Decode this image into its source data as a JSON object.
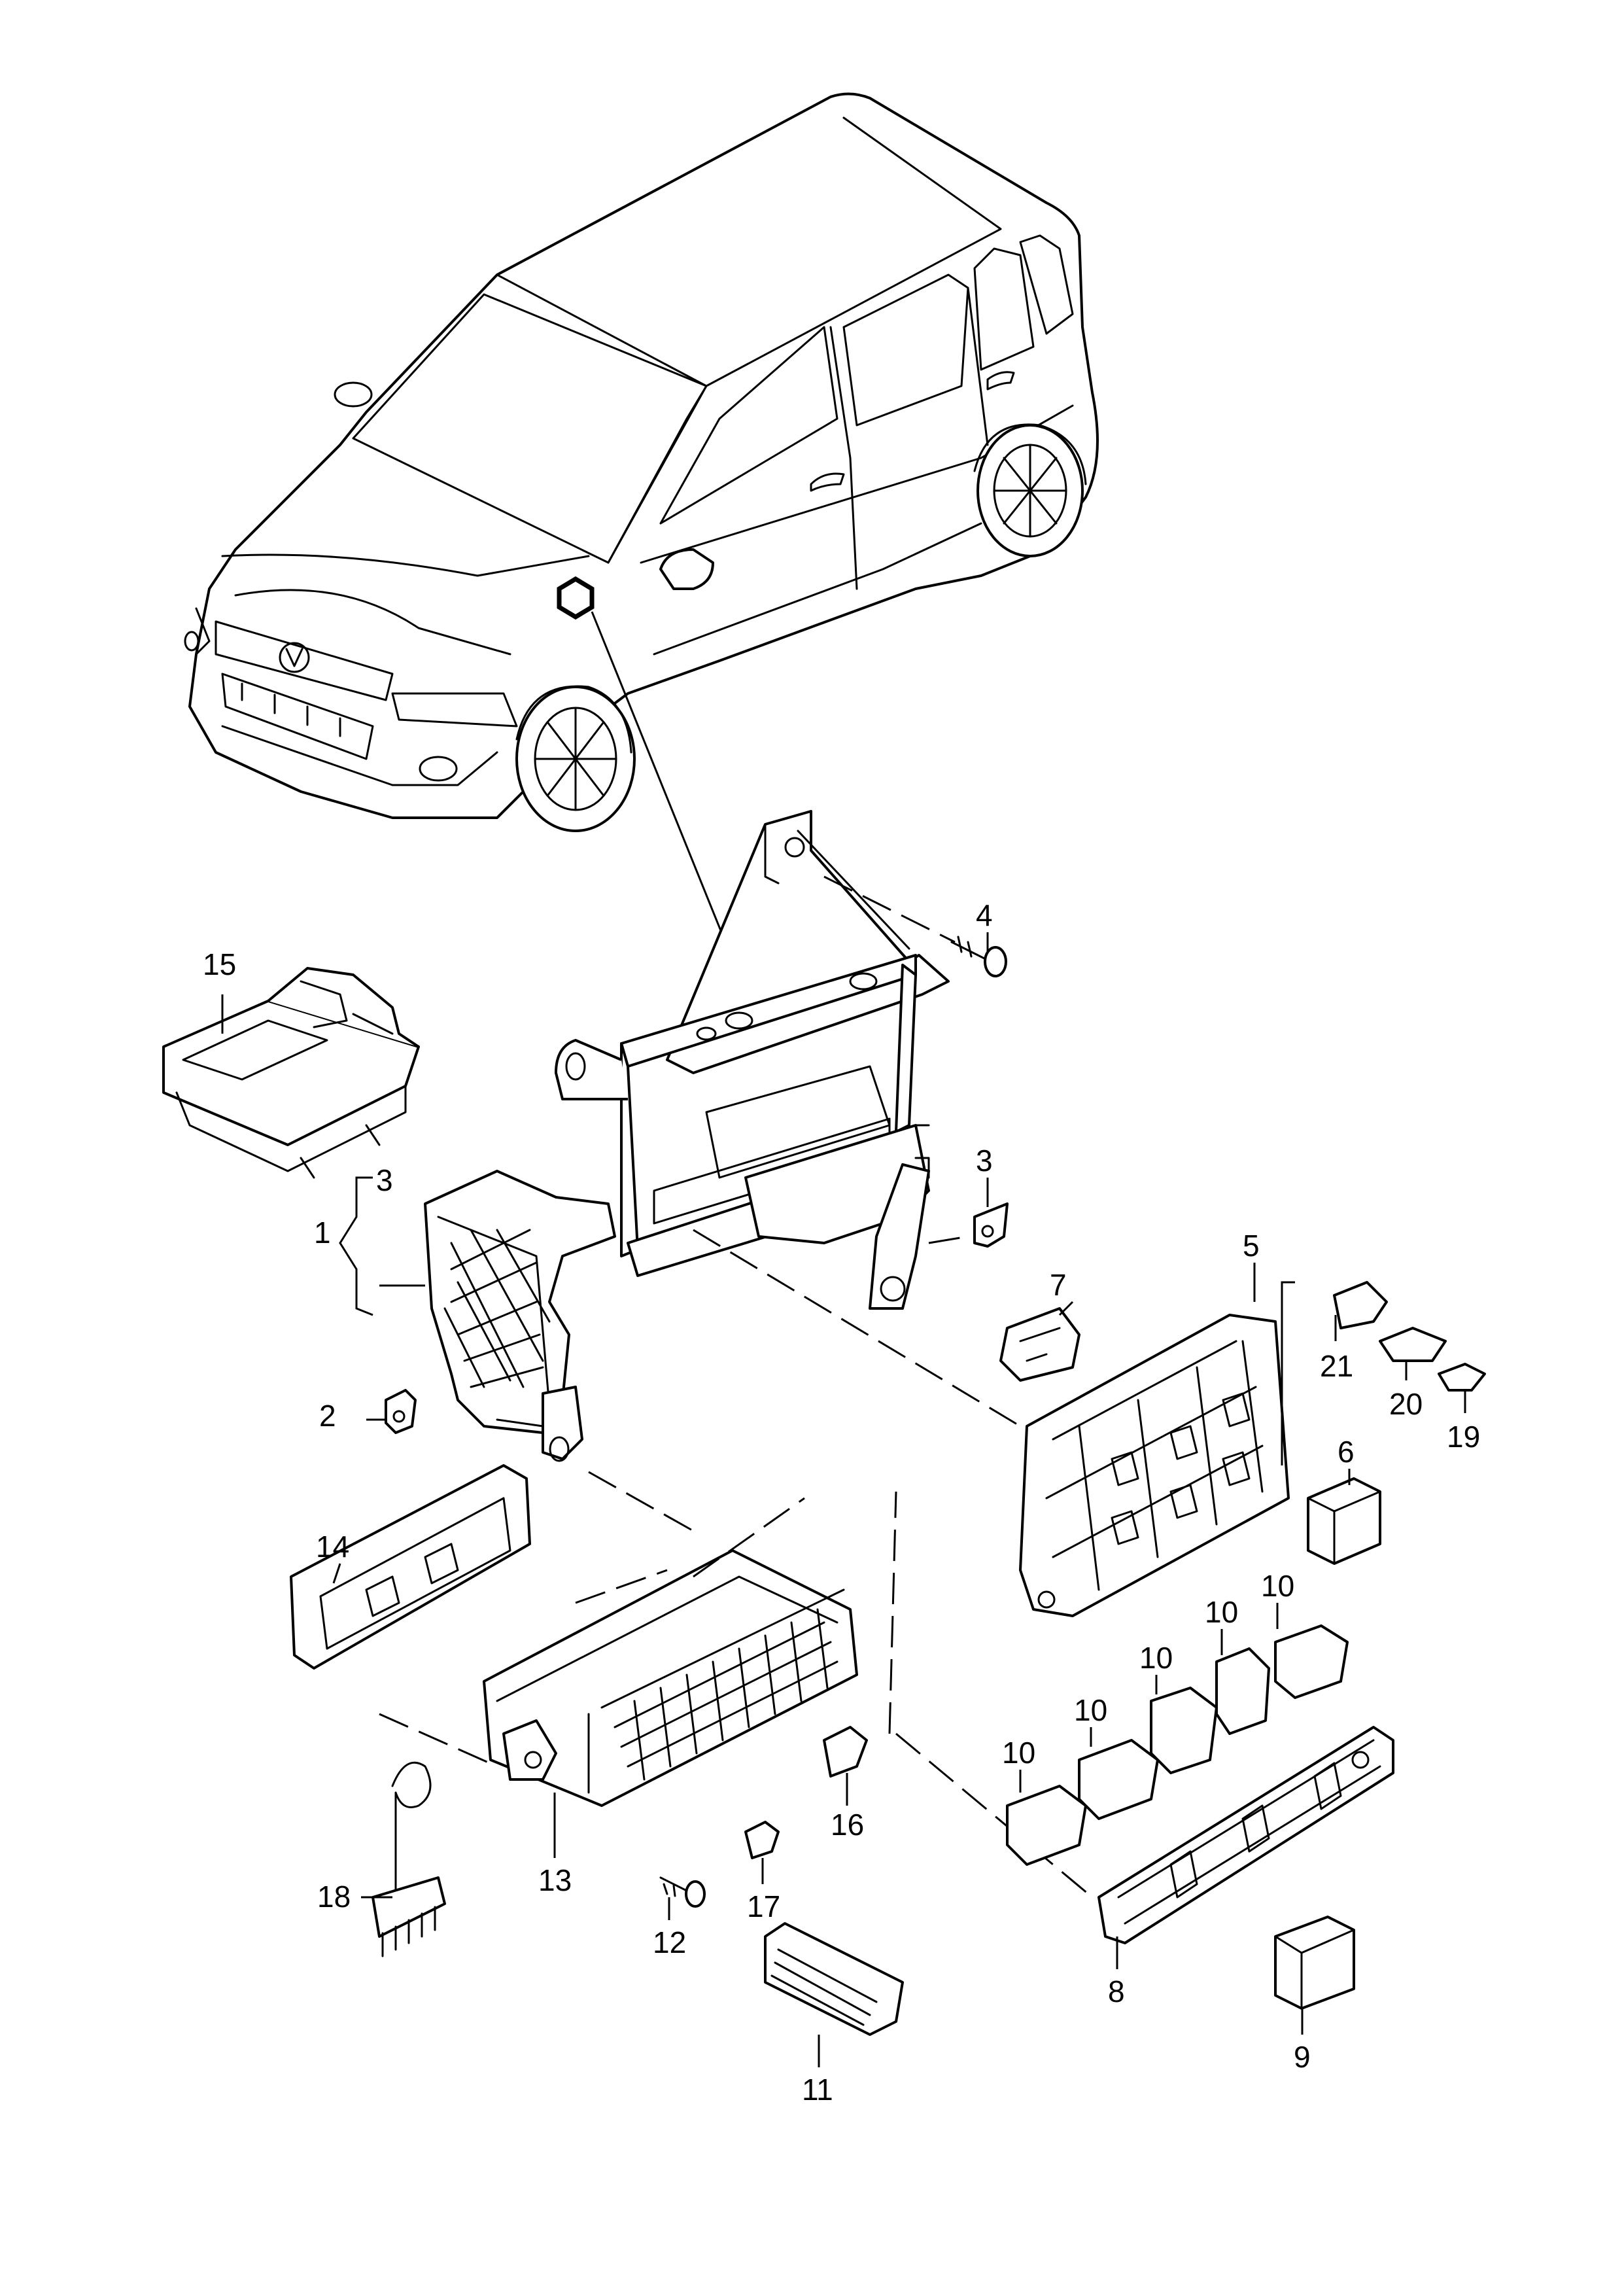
{
  "diagram": {
    "callouts": [
      {
        "id": "c1",
        "label": "1"
      },
      {
        "id": "c2",
        "label": "2"
      },
      {
        "id": "c3a",
        "label": "3"
      },
      {
        "id": "c3b",
        "label": "3"
      },
      {
        "id": "c4",
        "label": "4"
      },
      {
        "id": "c5",
        "label": "5"
      },
      {
        "id": "c6",
        "label": "6"
      },
      {
        "id": "c7",
        "label": "7"
      },
      {
        "id": "c8",
        "label": "8"
      },
      {
        "id": "c9",
        "label": "9"
      },
      {
        "id": "c10a",
        "label": "10"
      },
      {
        "id": "c10b",
        "label": "10"
      },
      {
        "id": "c10c",
        "label": "10"
      },
      {
        "id": "c10d",
        "label": "10"
      },
      {
        "id": "c10e",
        "label": "10"
      },
      {
        "id": "c11",
        "label": "11"
      },
      {
        "id": "c12",
        "label": "12"
      },
      {
        "id": "c13",
        "label": "13"
      },
      {
        "id": "c14",
        "label": "14"
      },
      {
        "id": "c15",
        "label": "15"
      },
      {
        "id": "c16",
        "label": "16"
      },
      {
        "id": "c17",
        "label": "17"
      },
      {
        "id": "c18",
        "label": "18"
      },
      {
        "id": "c19",
        "label": "19"
      },
      {
        "id": "c20",
        "label": "20"
      },
      {
        "id": "c21",
        "label": "21"
      }
    ]
  }
}
